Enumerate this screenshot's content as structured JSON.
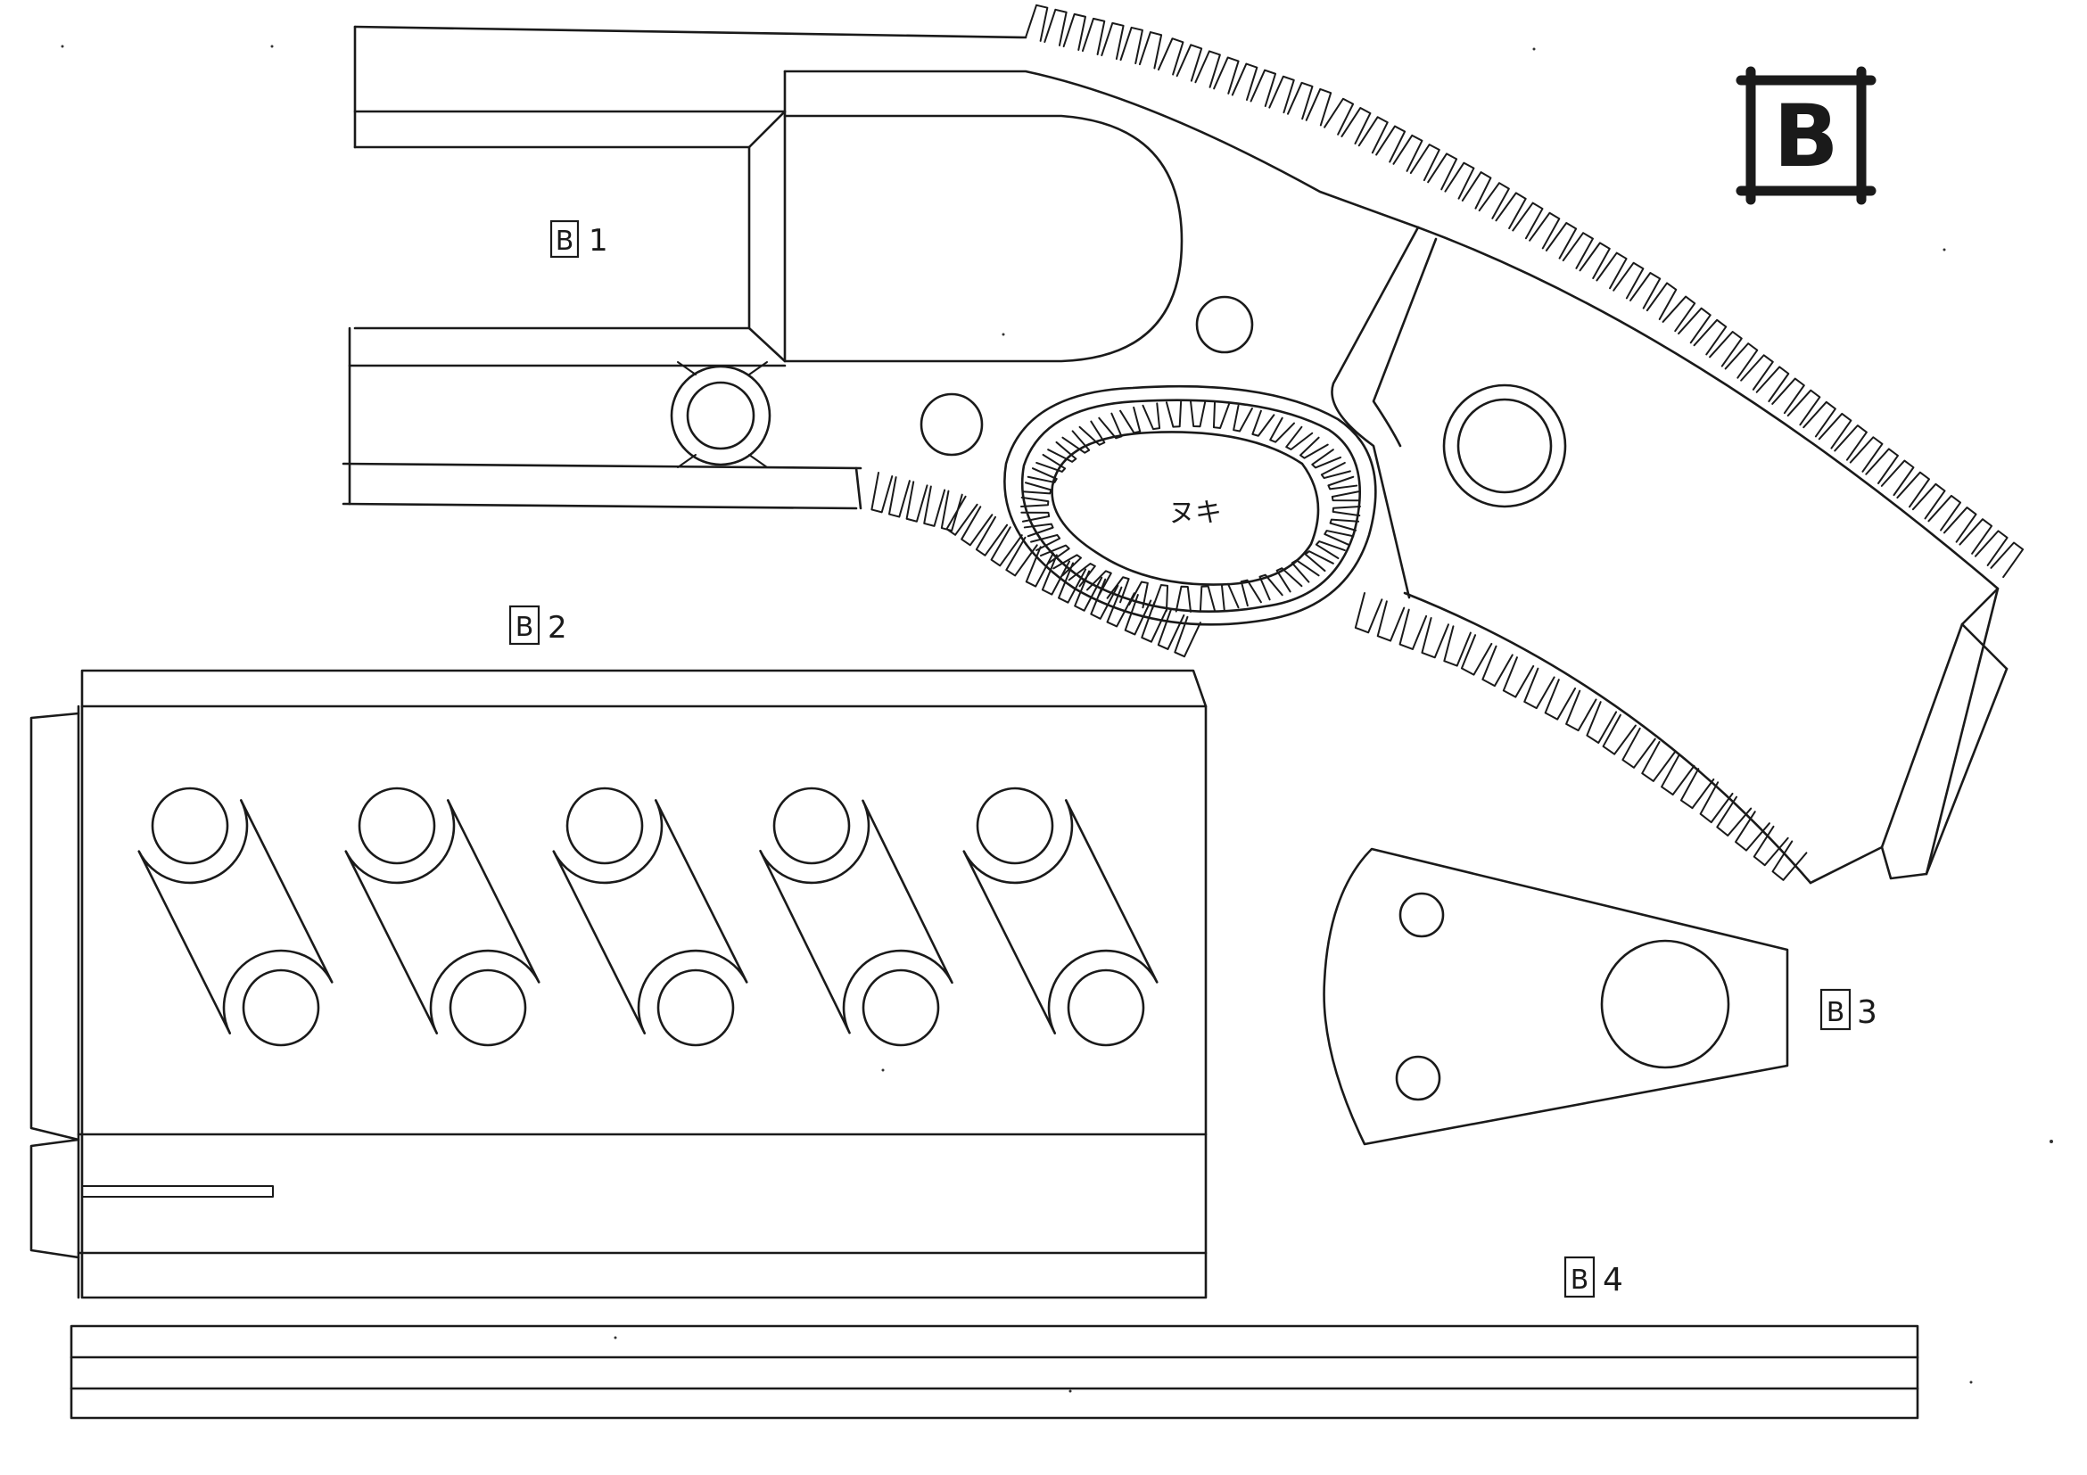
{
  "sheet": {
    "letter": "B"
  },
  "parts": [
    {
      "id": "B1",
      "box": "B",
      "num": "1"
    },
    {
      "id": "B2",
      "box": "B",
      "num": "2"
    },
    {
      "id": "B3",
      "box": "B",
      "num": "3"
    },
    {
      "id": "B4",
      "box": "B",
      "num": "4"
    }
  ],
  "annotations": {
    "cutout": "ヌキ"
  }
}
